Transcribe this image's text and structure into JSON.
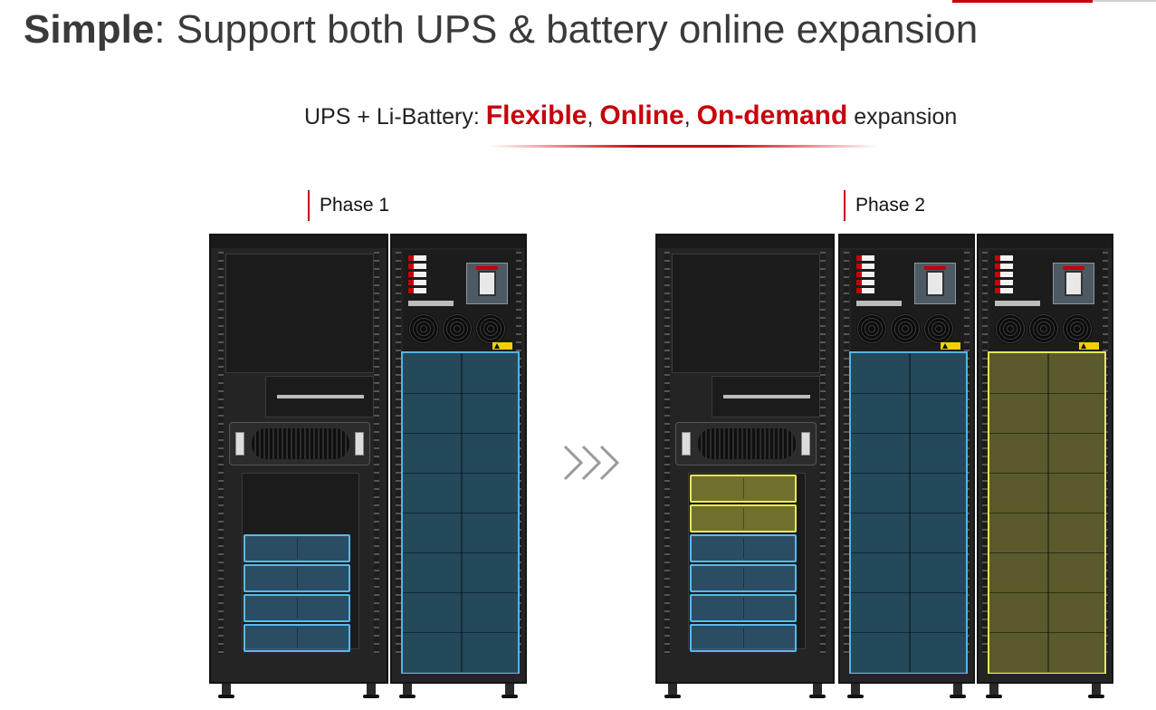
{
  "title": {
    "bold": "Simple",
    "rest": ": Support both UPS & battery online expansion"
  },
  "subtitle": {
    "prefix": "UPS + Li-Battery: ",
    "word1": "Flexible",
    "sep1": ", ",
    "word2": "Online",
    "sep2": ", ",
    "word3": "On-demand",
    "suffix": " expansion"
  },
  "phases": {
    "phase1": "Phase 1",
    "phase2": "Phase 2"
  },
  "colors": {
    "accent": "#c7000b",
    "existing_battery": "#54b3e6",
    "added_battery": "#e6e65c",
    "cabinet": "#242424"
  },
  "scenes": {
    "phase1": {
      "ups_cabinets": 1,
      "battery_cabinets": 1,
      "ups_battery_modules_existing": 4,
      "ups_battery_modules_added": 0,
      "battery_cabinet_rows": 8
    },
    "phase2": {
      "ups_cabinets": 1,
      "battery_cabinets": 2,
      "ups_battery_modules_existing": 4,
      "ups_battery_modules_added": 2,
      "battery_cabinet_rows": 8
    }
  },
  "icons": {
    "transition": "triple-chevron-right-icon"
  }
}
